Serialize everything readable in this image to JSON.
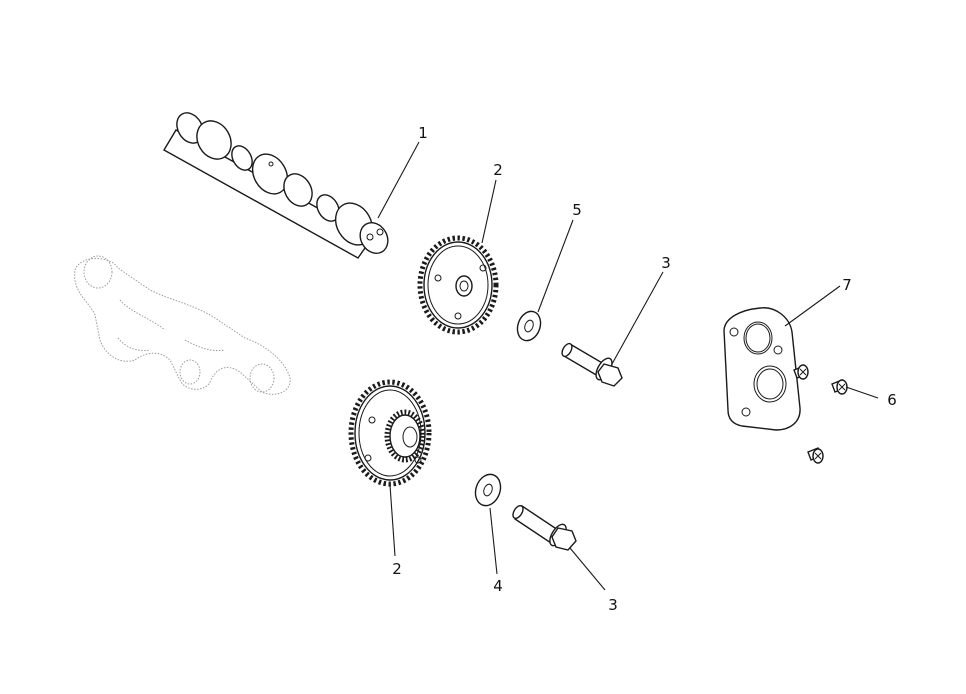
{
  "callouts": [
    {
      "id": "c1",
      "text": "1"
    },
    {
      "id": "c2a",
      "text": "2"
    },
    {
      "id": "c5",
      "text": "5"
    },
    {
      "id": "c3a",
      "text": "3"
    },
    {
      "id": "c7",
      "text": "7"
    },
    {
      "id": "c6",
      "text": "6"
    },
    {
      "id": "c2b",
      "text": "2"
    },
    {
      "id": "c4",
      "text": "4"
    },
    {
      "id": "c3b",
      "text": "3"
    }
  ]
}
